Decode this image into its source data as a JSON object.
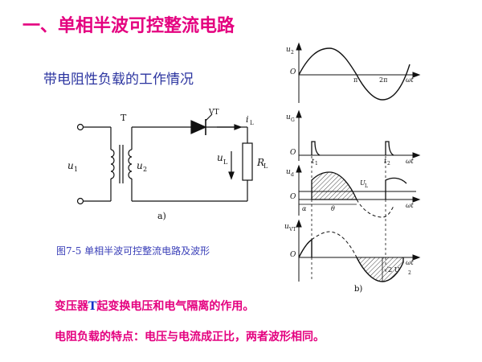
{
  "page": {
    "title": "一、单相半波可控整流电路",
    "subtitle": "带电阻性负载的工作情况",
    "caption": "图7-5   单相半波可控整流电路及波形",
    "notes": [
      {
        "prefix": "变压器",
        "highlight": "T",
        "rest": "起变换电压和电气隔离的作用。"
      },
      {
        "prefix": "电阻负载的特点：电压与电流成正比，两者波形相同。",
        "highlight": "",
        "rest": ""
      }
    ]
  },
  "circuit": {
    "label_T": "T",
    "label_u1": "u",
    "label_u1_sub": "1",
    "label_u2": "u",
    "label_u2_sub": "2",
    "label_VT": "VT",
    "label_iL": "i",
    "label_iL_sub": "L",
    "label_uL": "u",
    "label_uL_sub": "L",
    "label_RL": "R",
    "label_RL_sub": "L",
    "panel_label": "a)"
  },
  "waveforms": {
    "panel_label": "b)",
    "u2": {
      "ylabel": "u",
      "ylabel_sub": "2",
      "origin": "O",
      "pi": "π",
      "two_pi": "2π",
      "xlabel": "ωt"
    },
    "uG": {
      "ylabel": "u",
      "ylabel_sub": "G",
      "origin": "O",
      "t1": "t",
      "t1_sub": "1",
      "t2": "t",
      "t2_sub": "2",
      "xlabel": "ωt"
    },
    "ud": {
      "ylabel": "u",
      "ylabel_sub": "d",
      "origin": "O",
      "alpha": "α",
      "theta": "θ",
      "xlabel": "ωt",
      "UL": "U",
      "UL_sub": "L"
    },
    "uVT": {
      "ylabel": "u",
      "ylabel_sub": "VT",
      "origin": "O",
      "xlabel": "ωt",
      "peak": "√2 U",
      "peak_sub": "2"
    }
  },
  "colors": {
    "title": "#e4007f",
    "subtitle": "#2c35a0",
    "caption": "#3a3fb8",
    "highlight": "#1230c8"
  }
}
